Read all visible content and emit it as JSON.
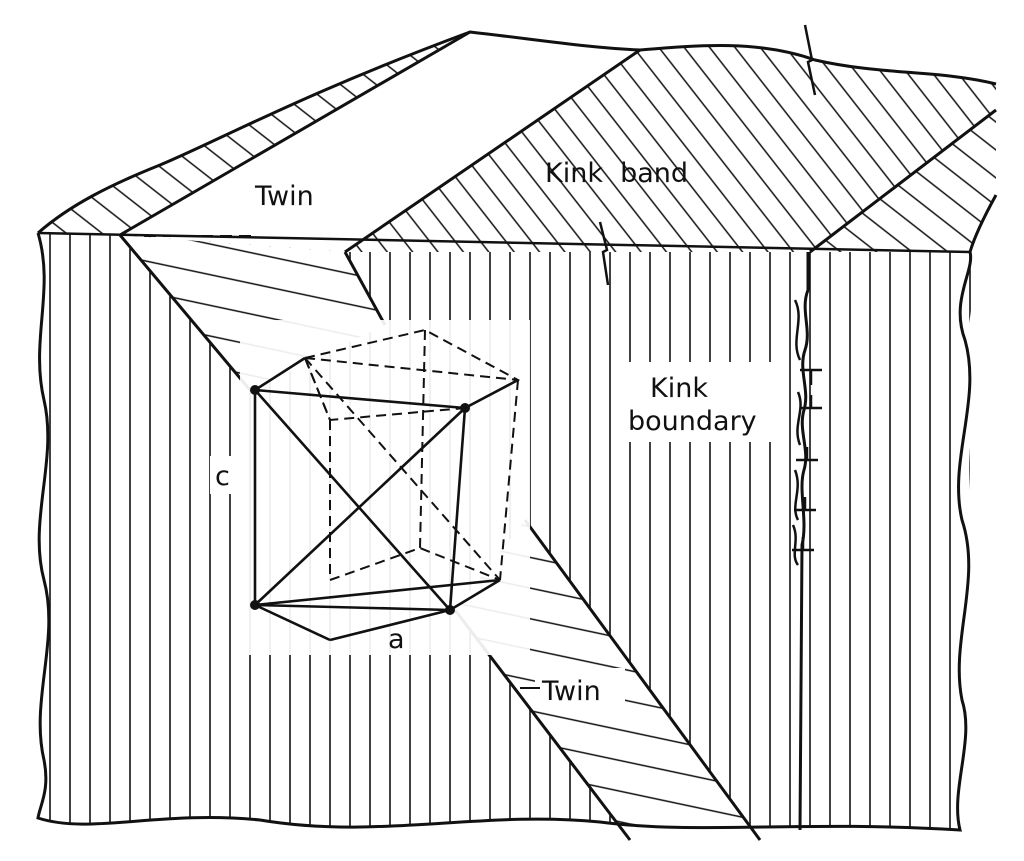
{
  "labels": {
    "twin_top": "Twin",
    "kink_band": "Kink  band",
    "kink_boundary_line1": "Kink",
    "kink_boundary_line2": "boundary",
    "axis_c": "c",
    "axis_a": "a",
    "twin_bottom": "Twin"
  },
  "colors": {
    "ink": "#111111",
    "paper": "#ffffff"
  }
}
